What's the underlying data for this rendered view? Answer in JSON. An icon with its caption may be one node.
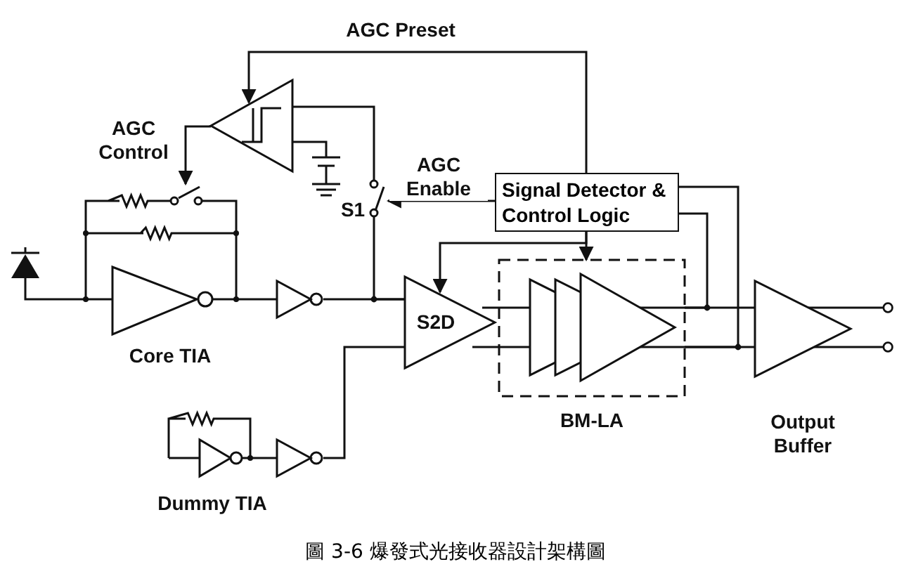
{
  "diagram": {
    "caption": "圖 3-6 爆發式光接收器設計架構圖",
    "nodes": [
      {
        "text": [],
        "shape": "triangle"
      },
      {
        "text": [
          "Signal Detector & Control Logic"
        ]
      },
      {
        "text": [
          "S1"
        ]
      },
      {
        "text": [],
        "shape": "diode"
      },
      {
        "text": [
          "Core TIA"
        ]
      },
      {
        "text": [],
        "shape": "inverter"
      },
      {
        "text": [
          "S2D"
        ]
      },
      {
        "text": [
          "BM-LA"
        ]
      },
      {
        "text": [
          "Output Buffer"
        ]
      },
      {
        "text": [
          "Dummy TIA"
        ]
      },
      {
        "text": [],
        "shape": "inverter"
      }
    ],
    "edges": [
      {
        "from": 1,
        "to": 0,
        "arrow": "to",
        "label": "AGC Preset"
      },
      {
        "from": 0,
        "to": 4,
        "arrow": "to",
        "label": "AGC Control"
      },
      {
        "from": 0,
        "to": 2,
        "arrow": "none"
      },
      {
        "from": 1,
        "to": 2,
        "arrow": "to",
        "label": "AGC Enable"
      },
      {
        "from": 3,
        "to": 4,
        "arrow": "none"
      },
      {
        "from": 4,
        "to": 5,
        "arrow": "none"
      },
      {
        "from": 5,
        "to": 6,
        "arrow": "none"
      },
      {
        "from": 2,
        "to": 6,
        "arrow": "none"
      },
      {
        "from": 9,
        "to": 10,
        "arrow": "none"
      },
      {
        "from": 10,
        "to": 6,
        "arrow": "none"
      },
      {
        "from": 1,
        "to": 6,
        "arrow": "to"
      },
      {
        "from": 1,
        "to": 7,
        "arrow": "to"
      },
      {
        "from": 6,
        "to": 7,
        "arrow": "none"
      },
      {
        "from": 7,
        "to": 8,
        "arrow": "none"
      },
      {
        "from": 7,
        "to": 1,
        "arrow": "none"
      },
      {
        "from": 7,
        "to": 1,
        "arrow": "none"
      },
      {
        "from": 8,
        "to": null,
        "arrow": "other"
      },
      {
        "from": 8,
        "to": null,
        "arrow": "other"
      }
    ]
  }
}
